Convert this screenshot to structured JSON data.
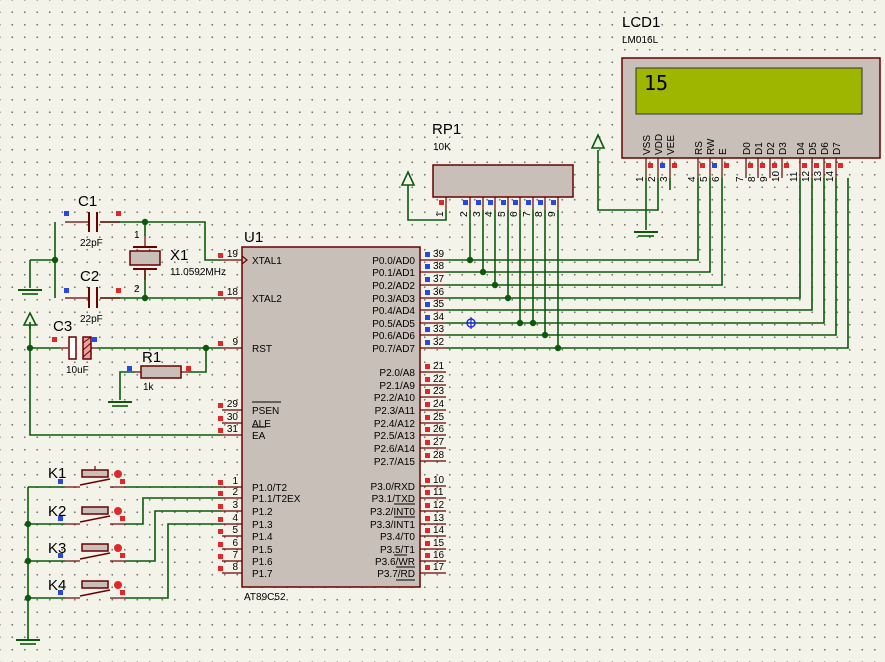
{
  "lcd": {
    "ref": "LCD1",
    "value": "LM016L",
    "display_text": "15",
    "pins": [
      {
        "name": "VSS",
        "num": "1"
      },
      {
        "name": "VDD",
        "num": "2"
      },
      {
        "name": "VEE",
        "num": "3"
      },
      {
        "name": "RS",
        "num": "4"
      },
      {
        "name": "RW",
        "num": "5"
      },
      {
        "name": "E",
        "num": "6"
      },
      {
        "name": "D0",
        "num": "7"
      },
      {
        "name": "D1",
        "num": "8"
      },
      {
        "name": "D2",
        "num": "9"
      },
      {
        "name": "D3",
        "num": "10"
      },
      {
        "name": "D4",
        "num": "11"
      },
      {
        "name": "D5",
        "num": "12"
      },
      {
        "name": "D6",
        "num": "13"
      },
      {
        "name": "D7",
        "num": "14"
      }
    ]
  },
  "rp1": {
    "ref": "RP1",
    "value": "10K",
    "pins": [
      "1",
      "2",
      "3",
      "4",
      "5",
      "6",
      "7",
      "8",
      "9"
    ]
  },
  "u1": {
    "ref": "U1",
    "part": "AT89C52",
    "left_pins": [
      {
        "name": "XTAL1",
        "num": "19"
      },
      {
        "name": "XTAL2",
        "num": "18"
      },
      {
        "name": "RST",
        "num": "9"
      },
      {
        "name": "PSEN",
        "num": "29"
      },
      {
        "name": "ALE",
        "num": "30"
      },
      {
        "name": "EA",
        "num": "31"
      },
      {
        "name": "P1.0/T2",
        "num": "1"
      },
      {
        "name": "P1.1/T2EX",
        "num": "2"
      },
      {
        "name": "P1.2",
        "num": "3"
      },
      {
        "name": "P1.3",
        "num": "4"
      },
      {
        "name": "P1.4",
        "num": "5"
      },
      {
        "name": "P1.5",
        "num": "6"
      },
      {
        "name": "P1.6",
        "num": "7"
      },
      {
        "name": "P1.7",
        "num": "8"
      }
    ],
    "right_pins": [
      {
        "name": "P0.0/AD0",
        "num": "39"
      },
      {
        "name": "P0.1/AD1",
        "num": "38"
      },
      {
        "name": "P0.2/AD2",
        "num": "37"
      },
      {
        "name": "P0.3/AD3",
        "num": "36"
      },
      {
        "name": "P0.4/AD4",
        "num": "35"
      },
      {
        "name": "P0.5/AD5",
        "num": "34"
      },
      {
        "name": "P0.6/AD6",
        "num": "33"
      },
      {
        "name": "P0.7/AD7",
        "num": "32"
      },
      {
        "name": "P2.0/A8",
        "num": "21"
      },
      {
        "name": "P2.1/A9",
        "num": "22"
      },
      {
        "name": "P2.2/A10",
        "num": "23"
      },
      {
        "name": "P2.3/A11",
        "num": "24"
      },
      {
        "name": "P2.4/A12",
        "num": "25"
      },
      {
        "name": "P2.5/A13",
        "num": "26"
      },
      {
        "name": "P2.6/A14",
        "num": "27"
      },
      {
        "name": "P2.7/A15",
        "num": "28"
      },
      {
        "name": "P3.0/RXD",
        "num": "10"
      },
      {
        "name": "P3.1/TXD",
        "num": "11"
      },
      {
        "name": "P3.2/INT0",
        "num": "12"
      },
      {
        "name": "P3.3/INT1",
        "num": "13"
      },
      {
        "name": "P3.4/T0",
        "num": "14"
      },
      {
        "name": "P3.5/T1",
        "num": "15"
      },
      {
        "name": "P3.6/WR",
        "num": "16"
      },
      {
        "name": "P3.7/RD",
        "num": "17"
      }
    ]
  },
  "c1": {
    "ref": "C1",
    "value": "22pF"
  },
  "c2": {
    "ref": "C2",
    "value": "22pF"
  },
  "c3": {
    "ref": "C3",
    "value": "10uF"
  },
  "x1": {
    "ref": "X1",
    "value": "11.0592MHz",
    "pins": [
      "1",
      "2"
    ]
  },
  "r1": {
    "ref": "R1",
    "value": "1k"
  },
  "keys": [
    {
      "ref": "K1"
    },
    {
      "ref": "K2"
    },
    {
      "ref": "K3"
    },
    {
      "ref": "K4"
    }
  ],
  "colors": {
    "wire": "#0b5a0b",
    "body": "#c8c0b8",
    "outline": "#6b0000",
    "lcd_screen": "#9fb600",
    "pin_red": "#e0282a",
    "pin_blue": "#2848e0",
    "junction": "#0b5a0b",
    "probe": "#1a2ad8"
  },
  "icons": {
    "ground": "ground-symbol",
    "power": "power-terminal-arrow",
    "probe": "voltage-probe-icon"
  }
}
